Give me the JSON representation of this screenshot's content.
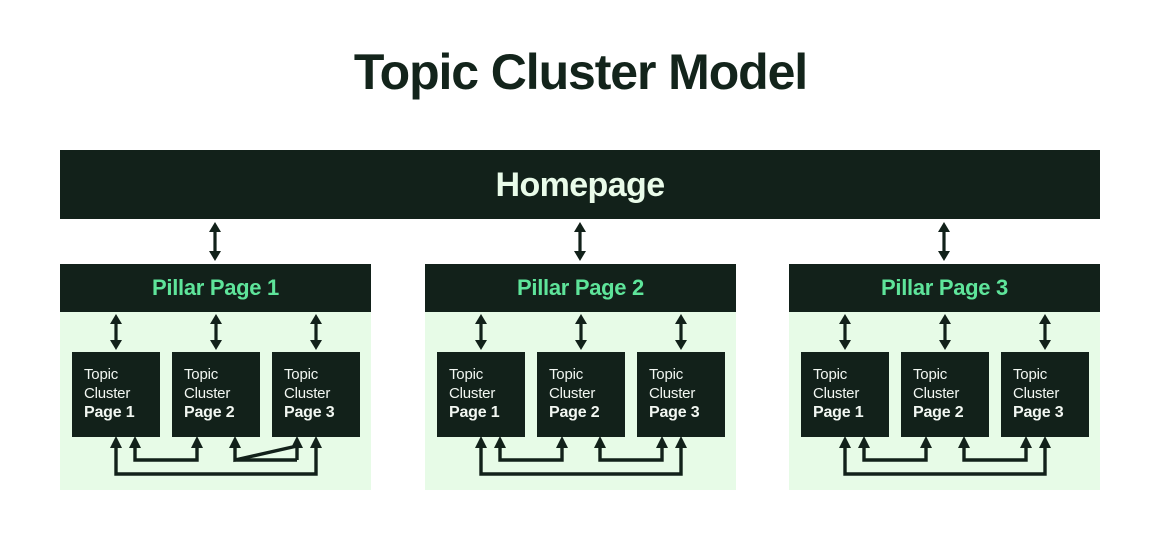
{
  "title": "Topic Cluster Model",
  "colors": {
    "dark": "#12211a",
    "mint_text": "#5ee49a",
    "panel_green": "#e7fbe7",
    "light_text": "#f2f7f2",
    "background": "#ffffff",
    "arrow": "#12211a"
  },
  "homepage": {
    "label": "Homepage"
  },
  "connectors": {
    "homepage_to_pillar": [
      {
        "name": "homepage-to-pillar-1",
        "type": "double-arrow-vertical"
      },
      {
        "name": "homepage-to-pillar-2",
        "type": "double-arrow-vertical"
      },
      {
        "name": "homepage-to-pillar-3",
        "type": "double-arrow-vertical"
      }
    ],
    "pillar_to_cluster_type": "double-arrow-vertical",
    "cluster_to_cluster_type": "double-headed-u-link"
  },
  "groups": [
    {
      "id": "pillar-1",
      "pillar_label": "Pillar Page 1",
      "clusters": [
        {
          "line1": "Topic",
          "line2": "Cluster",
          "line3": "Page 1"
        },
        {
          "line1": "Topic",
          "line2": "Cluster",
          "line3": "Page 2"
        },
        {
          "line1": "Topic",
          "line2": "Cluster",
          "line3": "Page 3"
        }
      ]
    },
    {
      "id": "pillar-2",
      "pillar_label": "Pillar Page 2",
      "clusters": [
        {
          "line1": "Topic",
          "line2": "Cluster",
          "line3": "Page 1"
        },
        {
          "line1": "Topic",
          "line2": "Cluster",
          "line3": "Page 2"
        },
        {
          "line1": "Topic",
          "line2": "Cluster",
          "line3": "Page 3"
        }
      ]
    },
    {
      "id": "pillar-3",
      "pillar_label": "Pillar Page 3",
      "clusters": [
        {
          "line1": "Topic",
          "line2": "Cluster",
          "line3": "Page 1"
        },
        {
          "line1": "Topic",
          "line2": "Cluster",
          "line3": "Page 2"
        },
        {
          "line1": "Topic",
          "line2": "Cluster",
          "line3": "Page 3"
        }
      ]
    }
  ]
}
